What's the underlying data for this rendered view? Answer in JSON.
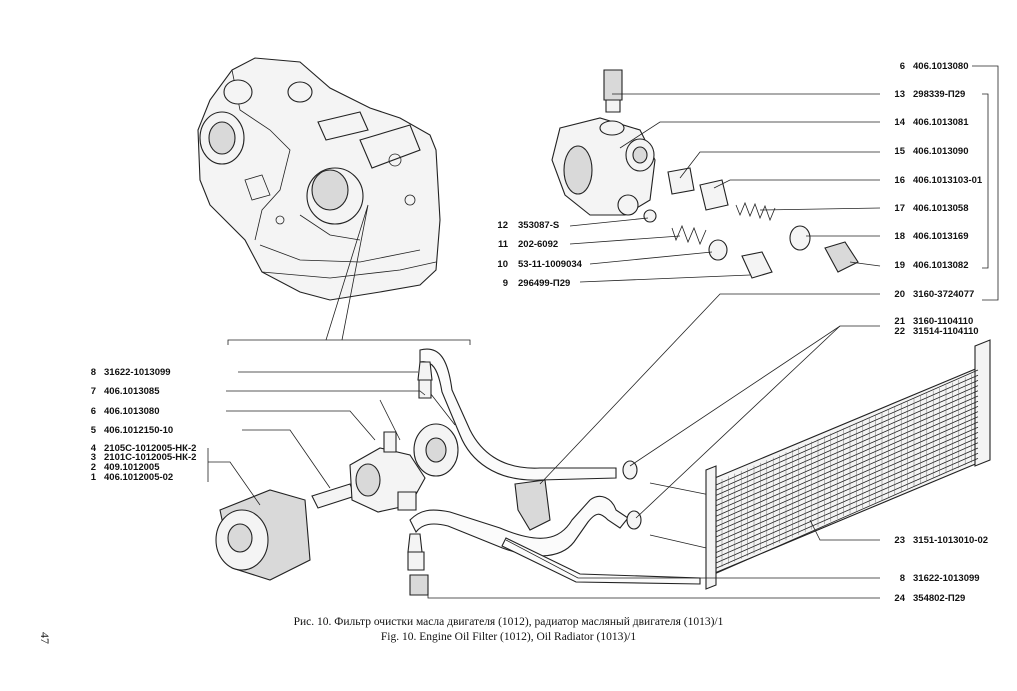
{
  "caption": {
    "ru": "Рис. 10. Фильтр очистки масла двигателя (1012), радиатор масляный двигателя (1013)/1",
    "en": "Fig. 10. Engine Oil Filter (1012), Oil Radiator (1013)/1"
  },
  "page_number": "47",
  "callouts_right": [
    {
      "num": "6",
      "code": "406.1013080"
    },
    {
      "num": "13",
      "code": "298339-П29"
    },
    {
      "num": "14",
      "code": "406.1013081"
    },
    {
      "num": "15",
      "code": "406.1013090"
    },
    {
      "num": "16",
      "code": "406.1013103-01"
    },
    {
      "num": "17",
      "code": "406.1013058"
    },
    {
      "num": "18",
      "code": "406.1013169"
    },
    {
      "num": "19",
      "code": "406.1013082"
    },
    {
      "num": "20",
      "code": "3160-3724077"
    },
    {
      "num": "21",
      "code": "3160-1104110"
    },
    {
      "num": "22",
      "code": "31514-1104110"
    },
    {
      "num": "23",
      "code": "3151-1013010-02"
    },
    {
      "num": "8",
      "code": "31622-1013099"
    },
    {
      "num": "24",
      "code": "354802-П29"
    }
  ],
  "callouts_mid": [
    {
      "num": "12",
      "code": "353087-S"
    },
    {
      "num": "11",
      "code": "202-6092"
    },
    {
      "num": "10",
      "code": "53-11-1009034"
    },
    {
      "num": "9",
      "code": "296499-П29"
    }
  ],
  "callouts_left": [
    {
      "num": "8",
      "code": "31622-1013099"
    },
    {
      "num": "7",
      "code": "406.1013085"
    },
    {
      "num": "6",
      "code": "406.1013080"
    },
    {
      "num": "5",
      "code": "406.1012150-10"
    },
    {
      "num": "4",
      "code": "2105C-1012005-НК-2"
    },
    {
      "num": "3",
      "code": "2101C-1012005-НК-2"
    },
    {
      "num": "2",
      "code": "409.1012005"
    },
    {
      "num": "1",
      "code": "406.1012005-02"
    }
  ]
}
